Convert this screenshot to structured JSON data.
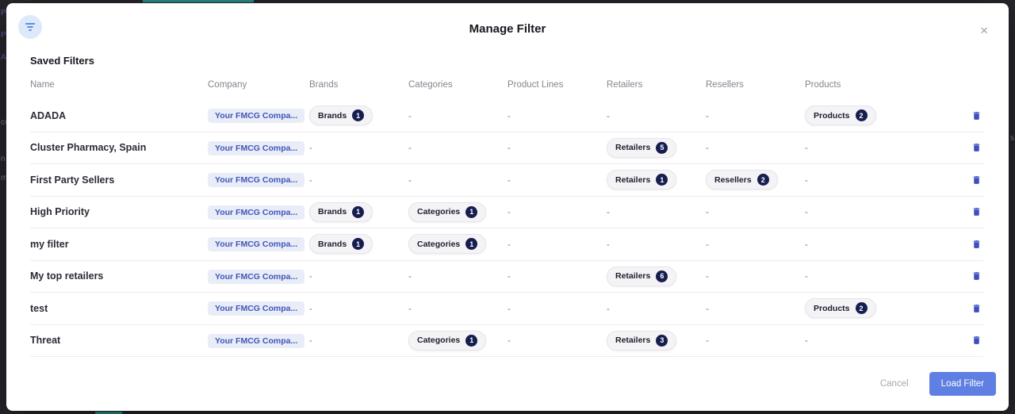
{
  "modal": {
    "title": "Manage Filter",
    "section_title": "Saved Filters",
    "close_glyph": "×",
    "footer": {
      "cancel_label": "Cancel",
      "load_label": "Load Filter"
    }
  },
  "table": {
    "headers": [
      "Name",
      "Company",
      "Brands",
      "Categories",
      "Product Lines",
      "Retailers",
      "Resellers",
      "Products"
    ],
    "empty": "-",
    "chip_labels": {
      "brands": "Brands",
      "categories": "Categories",
      "product_lines": "Product Lines",
      "retailers": "Retailers",
      "resellers": "Resellers",
      "products": "Products"
    },
    "rows": [
      {
        "name": "ADADA",
        "company": "Your FMCG Compa...",
        "cells": {
          "brands": 1,
          "categories": null,
          "product_lines": null,
          "retailers": null,
          "resellers": null,
          "products": 2
        }
      },
      {
        "name": "Cluster Pharmacy, Spain",
        "company": "Your FMCG Compa...",
        "cells": {
          "brands": null,
          "categories": null,
          "product_lines": null,
          "retailers": 5,
          "resellers": null,
          "products": null
        }
      },
      {
        "name": "First Party Sellers",
        "company": "Your FMCG Compa...",
        "cells": {
          "brands": null,
          "categories": null,
          "product_lines": null,
          "retailers": 1,
          "resellers": 2,
          "products": null
        }
      },
      {
        "name": "High Priority",
        "company": "Your FMCG Compa...",
        "cells": {
          "brands": 1,
          "categories": 1,
          "product_lines": null,
          "retailers": null,
          "resellers": null,
          "products": null
        }
      },
      {
        "name": "my filter",
        "company": "Your FMCG Compa...",
        "cells": {
          "brands": 1,
          "categories": 1,
          "product_lines": null,
          "retailers": null,
          "resellers": null,
          "products": null
        }
      },
      {
        "name": "My top retailers",
        "company": "Your FMCG Compa...",
        "cells": {
          "brands": null,
          "categories": null,
          "product_lines": null,
          "retailers": 6,
          "resellers": null,
          "products": null
        }
      },
      {
        "name": "test",
        "company": "Your FMCG Compa...",
        "cells": {
          "brands": null,
          "categories": null,
          "product_lines": null,
          "retailers": null,
          "resellers": null,
          "products": 2
        }
      },
      {
        "name": "Threat",
        "company": "Your FMCG Compa...",
        "cells": {
          "brands": null,
          "categories": 1,
          "product_lines": null,
          "retailers": 3,
          "resellers": null,
          "products": null
        }
      }
    ]
  },
  "backdrop": {
    "left_fragments": [
      "P",
      "P",
      "A",
      "co",
      "n",
      "m"
    ],
    "right_fragments": [
      "s"
    ]
  },
  "colors": {
    "accent_blue": "#5f80e2",
    "chip_bg": "#e9edf8",
    "chip_text": "#4156b8",
    "badge_bg": "#161d4f",
    "pill_bg": "#f4f4f7",
    "pill_border": "#e5e5ec",
    "trash_blue": "#3b4fc0",
    "fab_bg": "#dde9fa",
    "fab_icon": "#3470d2",
    "backdrop": "#26262c",
    "teal": "#2aa7a0"
  }
}
